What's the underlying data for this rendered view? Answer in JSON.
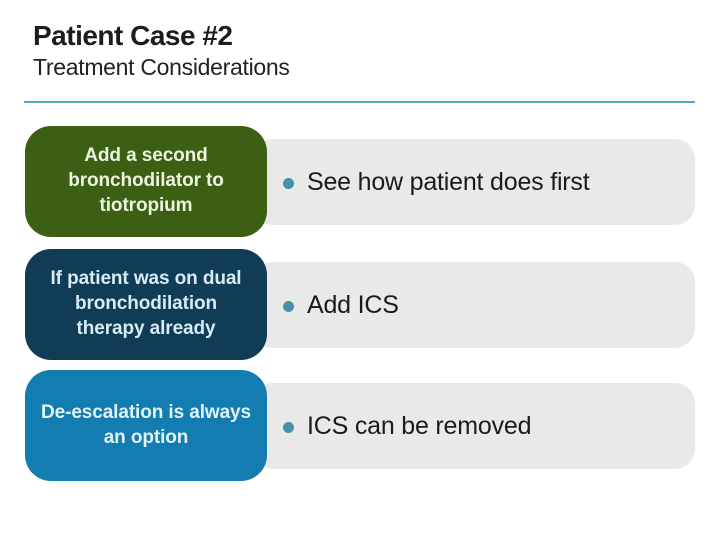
{
  "slide": {
    "title": "Patient Case #2",
    "subtitle": "Treatment Considerations"
  },
  "colors": {
    "accent_rule": "#56a8bd",
    "bullet_dot": "#4691a9",
    "panel_bg": "#e9e9e9",
    "bullet_text": "#1b1b1b"
  },
  "rows": [
    {
      "label": "Add a second bronchodilator to tiotropium",
      "box_color": "#3c5f14",
      "label_color": "#eaf4df",
      "bullet": "See how patient does first"
    },
    {
      "label": "If patient was on dual bronchodilation therapy already",
      "box_color": "#103c56",
      "label_color": "#d6ebf5",
      "bullet": "Add ICS"
    },
    {
      "label": "De-escalation is always an option",
      "box_color": "#137cb0",
      "label_color": "#e2f3fa",
      "bullet": "ICS can be removed"
    }
  ]
}
